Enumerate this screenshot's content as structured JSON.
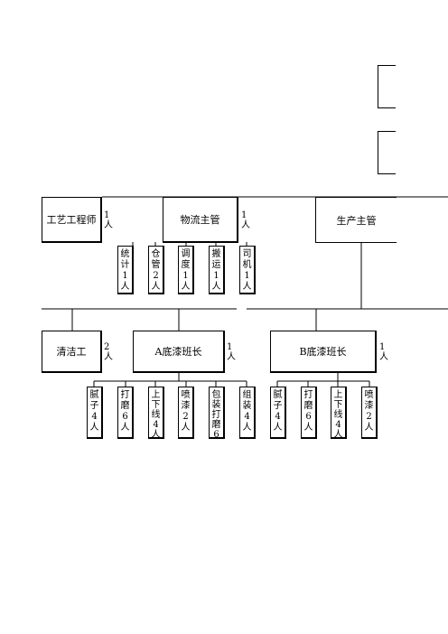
{
  "top_row": {
    "craft_engineer": {
      "label": "工艺工程师",
      "count": "1人"
    },
    "logistics_supervisor": {
      "label": "物流主管",
      "count": "1人"
    },
    "production_supervisor": {
      "label": "生产主管"
    }
  },
  "logistics_staff": [
    {
      "key": "statistics",
      "label": "统计1人"
    },
    {
      "key": "warehouse",
      "label": "仓管2人"
    },
    {
      "key": "dispatch",
      "label": "调度1人"
    },
    {
      "key": "transport",
      "label": "搬运1人"
    },
    {
      "key": "driver",
      "label": "司机1人"
    }
  ],
  "second_row": {
    "cleaner": {
      "label": "清洁工",
      "count": "2人"
    },
    "a_leader": {
      "label": "A底漆班长",
      "count": "1人"
    },
    "b_leader": {
      "label": "B底漆班长",
      "count": "1人"
    }
  },
  "a_team": [
    {
      "key": "putty",
      "label": "腻子4人"
    },
    {
      "key": "sanding",
      "label": "打磨6人"
    },
    {
      "key": "load-unload",
      "label": "上下线4人"
    },
    {
      "key": "spray",
      "label": "喷漆2人"
    },
    {
      "key": "pack-sand",
      "label": "包装打磨6"
    },
    {
      "key": "assembly",
      "label": "组装4人"
    }
  ],
  "b_team": [
    {
      "key": "putty",
      "label": "腻子4人"
    },
    {
      "key": "sanding",
      "label": "打磨6人"
    },
    {
      "key": "load-unload",
      "label": "上下线4人"
    },
    {
      "key": "spray",
      "label": "喷漆2人"
    }
  ]
}
